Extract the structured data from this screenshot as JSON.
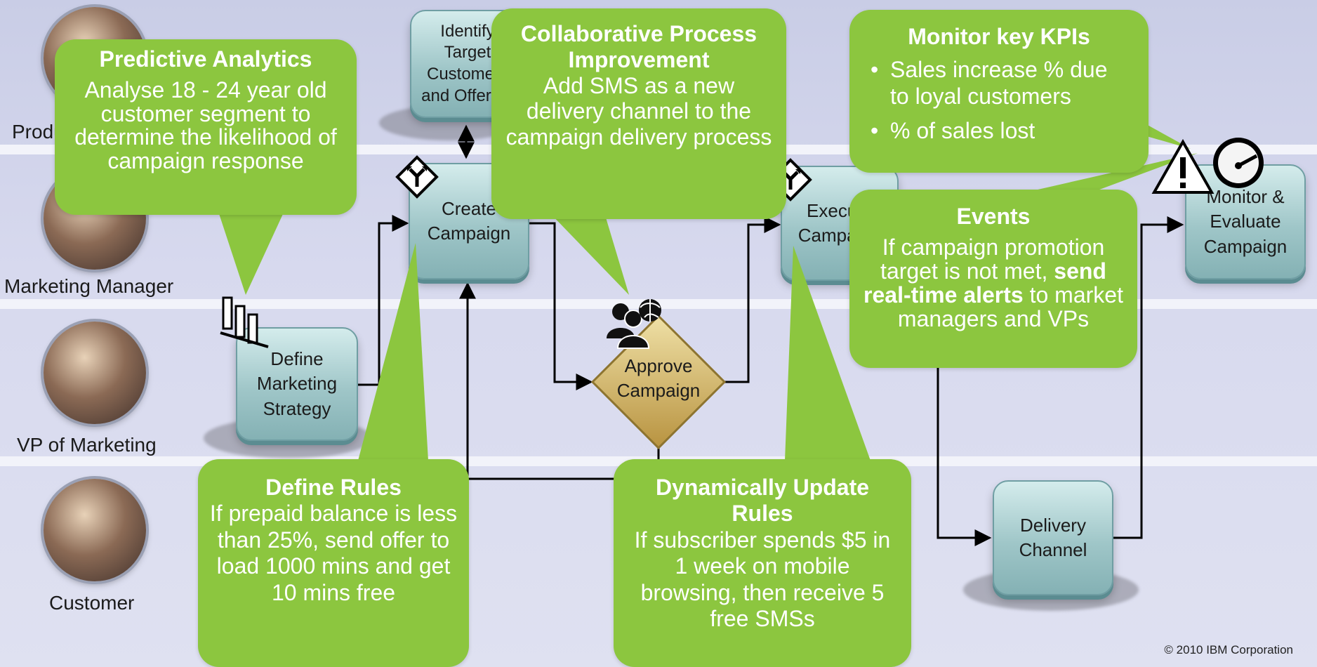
{
  "roles": [
    {
      "name": "Product Manager"
    },
    {
      "name": "Marketing Manager"
    },
    {
      "name": "VP of Marketing"
    },
    {
      "name": "Customer"
    }
  ],
  "tasks": {
    "identify": [
      "Identify",
      "Target",
      "Customers",
      "and Offering"
    ],
    "create": [
      "Create",
      "Campaign"
    ],
    "execute": [
      "Execute",
      "Campaign"
    ],
    "monitor": [
      "Monitor &",
      "Evaluate",
      "Campaign"
    ],
    "define": [
      "Define",
      "Marketing",
      "Strategy"
    ],
    "approve": [
      "Approve",
      "Campaign"
    ],
    "delivery": [
      "Delivery",
      "Channel"
    ]
  },
  "callouts": {
    "predictive": {
      "title": "Predictive Analytics",
      "body": "Analyse 18 - 24 year old customer segment to determine the likelihood of campaign response"
    },
    "collaborative": {
      "title": "Collaborative Process Improvement",
      "body": "Add SMS as a new delivery channel to the campaign delivery process"
    },
    "kpis": {
      "title": "Monitor key KPIs",
      "items": [
        "Sales increase % due to loyal customers",
        "% of sales lost"
      ]
    },
    "events": {
      "title": "Events",
      "body_before": "If campaign promotion target is not met, ",
      "body_bold": "send real-time alerts",
      "body_after": " to market managers and VPs"
    },
    "rules": {
      "title": "Define Rules",
      "body": "If prepaid balance is less than 25%, send offer to load 1000 mins and get 10 mins free"
    },
    "dynamic": {
      "title": "Dynamically Update Rules",
      "body": "If subscriber spends $5 in 1 week on mobile browsing, then receive 5 free SMSs"
    }
  },
  "footer": {
    "copyright": "© 2010 IBM Corporation"
  },
  "colors": {
    "callout": "#8cc63f",
    "task": "#9fc6c8",
    "approve": "#c8aa5a",
    "connector": "#000000"
  },
  "icons": [
    "gateway-icon",
    "bar-chart-icon",
    "people-globe-icon",
    "warning-icon",
    "gauge-icon"
  ]
}
